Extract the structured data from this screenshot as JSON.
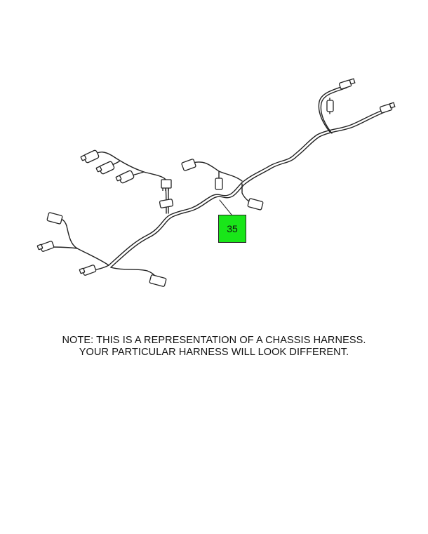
{
  "callout": {
    "label": "35"
  },
  "note": {
    "line1": "NOTE: THIS IS A REPRESENTATION OF A CHASSIS HARNESS.",
    "line2": "YOUR PARTICULAR HARNESS WILL LOOK DIFFERENT."
  },
  "colors": {
    "callout_fill": "#19e619",
    "line": "#222222"
  }
}
